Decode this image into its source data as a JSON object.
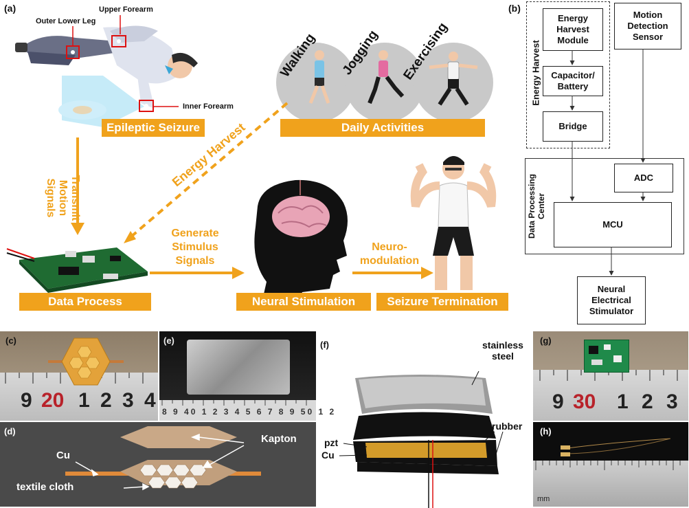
{
  "panel_a": {
    "label": "(a)",
    "callouts": {
      "outer_lower_leg": "Outer Lower Leg",
      "upper_forearm": "Upper Forearm",
      "inner_forearm": "Inner Forearm"
    },
    "activities": [
      "Walking",
      "Jogging",
      "Exercising"
    ],
    "banners": {
      "epileptic_seizure": "Epileptic Seizure",
      "daily_activities": "Daily Activities",
      "data_process": "Data Process",
      "neural_stimulation": "Neural Stimulation",
      "seizure_termination": "Seizure Termination"
    },
    "arrow_labels": {
      "transmit": [
        "Transmit",
        "Motion",
        "Signals"
      ],
      "energy_harvest": "Energy Harvest",
      "generate": [
        "Generate",
        "Stimulus",
        "Signals"
      ],
      "neuromodulation": [
        "Neuro-",
        "modulation"
      ]
    },
    "accent_color": "#f0a21c"
  },
  "panel_b": {
    "label": "(b)",
    "group_energy": "Energy Harvest",
    "group_processing": [
      "Data Processing",
      "Center"
    ],
    "boxes": {
      "energy_module": [
        "Energy",
        "Harvest",
        "Module"
      ],
      "capacitor": [
        "Capacitor/",
        "Battery"
      ],
      "bridge": "Bridge",
      "motion_sensor": [
        "Motion",
        "Detection",
        "Sensor"
      ],
      "adc": "ADC",
      "mcu": "MCU",
      "stimulator": [
        "Neural",
        "Electrical",
        "Stimulator"
      ]
    }
  },
  "panel_c": {
    "label": "(c)",
    "ruler": [
      "9",
      "20",
      "1",
      "2",
      "3",
      "4"
    ]
  },
  "panel_d": {
    "label": "(d)",
    "kapton": "Kapton",
    "cu": "Cu",
    "textile": "textile cloth"
  },
  "panel_e": {
    "label": "(e)",
    "ruler": "8 9 40 1 2 3 4 5 6 7 8 9 50 1 2"
  },
  "panel_f": {
    "label": "(f)",
    "steel": [
      "stainless",
      "steel"
    ],
    "rubber": "rubber",
    "pzt": "pzt",
    "cu": "Cu"
  },
  "panel_g": {
    "label": "(g)",
    "ruler": [
      "9",
      "30",
      "1",
      "2",
      "3"
    ]
  },
  "panel_h": {
    "label": "(h)",
    "unit": "mm"
  }
}
